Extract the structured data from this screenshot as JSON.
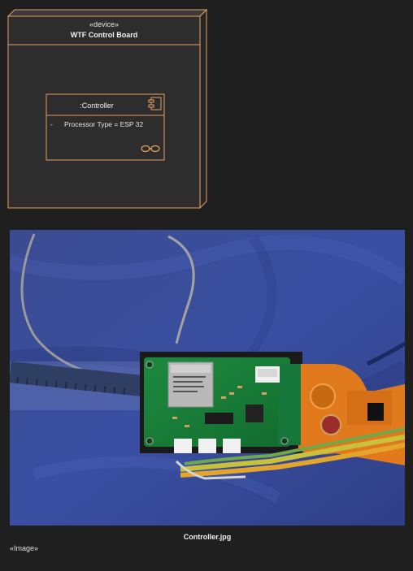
{
  "device": {
    "stereotype": "«device»",
    "name": "WTF Control Board"
  },
  "component": {
    "name": ":Controller",
    "attributes": [
      {
        "visibility": "-",
        "text": "Processor Type = ESP 32"
      }
    ]
  },
  "image_element": {
    "caption": "Controller.jpg",
    "stereotype": "«Image»"
  },
  "colors": {
    "background": "#1f1f1f",
    "node_fill": "#2d2d2d",
    "node_border": "#e8a060"
  },
  "icons": [
    "component-icon",
    "linked-element-icon"
  ]
}
